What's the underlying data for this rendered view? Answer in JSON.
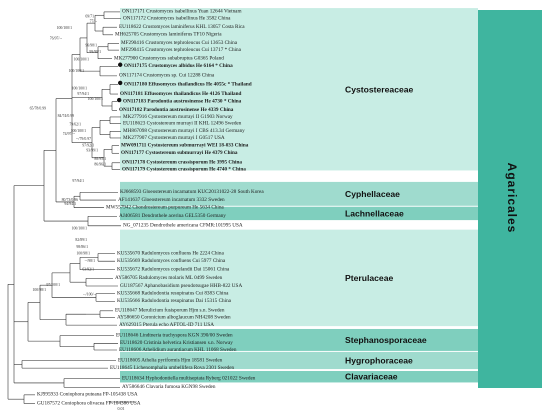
{
  "taxa": [
    {
      "label": "ON117171 Crustomyces isabellinus Yuan 12644 Vietnam",
      "bold": false,
      "star": false
    },
    {
      "label": "ON117172 Crustomyces isabellinus He 3582 China",
      "bold": false,
      "star": false
    },
    {
      "label": "EU118622 Crustomyces laminiferus KHL 13057 Costa Rica",
      "bold": false,
      "star": false
    },
    {
      "label": "MH625705 Crustomyces laminiferus TF10 Nigeria",
      "bold": false,
      "star": false
    },
    {
      "label": "MF290416 Crustomyces tephroleucus Cui 13653 China",
      "bold": false,
      "star": false
    },
    {
      "label": "MF290415 Crustomyces tephroleucus Cui 13717 * China",
      "bold": false,
      "star": false
    },
    {
      "label": "MK277900 Crustomyces subabruptus G0365 Poland",
      "bold": false,
      "star": false
    },
    {
      "label": "ON117175 Crustomyces albidus He 6164 * China",
      "bold": true,
      "star": true
    },
    {
      "label": "ON117174 Crustomyces sp. Cui 12288 China",
      "bold": false,
      "star": false
    },
    {
      "label": "ON117180 Effusomyces thailandicus He 4055c * Thailand",
      "bold": true,
      "star": true
    },
    {
      "label": "ON117181 Effusomyces thailandicus He 4126 Thailand",
      "bold": true,
      "star": false
    },
    {
      "label": "ON117183 Parodontia austrosinense He 4730 * China",
      "bold": true,
      "star": true
    },
    {
      "label": "ON117182 Parodontia austrosinense He 4339 China",
      "bold": true,
      "star": false
    },
    {
      "label": "MK277916 Cystostereum murrayi II G1903 Norway",
      "bold": false,
      "star": false
    },
    {
      "label": "EU118623 Cystostereum murrayi II KHL 12496 Sweden",
      "bold": false,
      "star": false
    },
    {
      "label": "MH867098 Cystostereum murrayi I CBS 413.34 Germany",
      "bold": false,
      "star": false
    },
    {
      "label": "MK277907 Cystostereum murrayi I G0517 USA",
      "bold": false,
      "star": false
    },
    {
      "label": "MW091711 Cystostereum submurrayi WEI 18-033 China",
      "bold": true,
      "star": false
    },
    {
      "label": "ON117177 Cystostereum submurrayi He 4379 China",
      "bold": true,
      "star": false
    },
    {
      "label": "ON117178 Cystostereum crassisporum He 3995 China",
      "bold": true,
      "star": false
    },
    {
      "label": "ON117179 Cystostereum crassisporum He 4740 * China",
      "bold": true,
      "star": false
    },
    {
      "label": "KJ668593 Gloeostereum incarnatum KUC20131022-28 South Korea",
      "bold": false,
      "star": false
    },
    {
      "label": "AF141637 Gloeostereum incarnatum 3332 Sweden",
      "bold": false,
      "star": false
    },
    {
      "label": "MW557942 Chondrostereum purpureum He 5634 China",
      "bold": false,
      "star": false
    },
    {
      "label": "AJ406581 Dendrothele acerina GEL5350 Germany",
      "bold": false,
      "star": false
    },
    {
      "label": "NG_071235 Dendrothele americana CFMR:101995 USA",
      "bold": false,
      "star": false
    },
    {
      "label": "KU535670 Radulomyces confluens He 2224 China",
      "bold": false,
      "star": false
    },
    {
      "label": "KU535669 Radulomyces confluens Cui 5977 China",
      "bold": false,
      "star": false
    },
    {
      "label": "KU535672 Radulomyces copelandii Dai 15061 China",
      "bold": false,
      "star": false
    },
    {
      "label": "AY586705 Radulomyces molaris ML 0499 Sweden",
      "bold": false,
      "star": false
    },
    {
      "label": "GU187567 Aphanobasidium pseudotsugae HHB-822 USA",
      "bold": false,
      "star": false
    },
    {
      "label": "KU535668 Radulodontia resupinatus Cui 8383 China",
      "bold": false,
      "star": false
    },
    {
      "label": "KU535666 Radulodontia resupinatus Dai 15315 China",
      "bold": false,
      "star": false
    },
    {
      "label": "EU118647 Merulicium fusisporum Hjm s.n. Sweden",
      "bold": false,
      "star": false
    },
    {
      "label": "AY586650 Coronicium alboglaucum NH4208 Sweden",
      "bold": false,
      "star": false
    },
    {
      "label": "AY629315 Pterula echo AFTOL-ID 711 USA",
      "bold": false,
      "star": false
    },
    {
      "label": "EU118646 Lindtneria trachyspora KGN 390/00 Sweden",
      "bold": false,
      "star": false
    },
    {
      "label": "EU118620 Cristinia helvetica Kristiansen s.n. Norway",
      "bold": false,
      "star": false
    },
    {
      "label": "EU118606 Athelidium aurantiacum KHL 11068 Sweden",
      "bold": false,
      "star": false
    },
    {
      "label": "EU118605 Athelia pyriformis Hjm 18581 Sweden",
      "bold": false,
      "star": false
    },
    {
      "label": "EU118645 Lichenomphalia umbellifera Rova 2301 Sweden",
      "bold": false,
      "star": false
    },
    {
      "label": "EU118634 Hyphodontiella multiseptata Ryberg 021022 Sweden",
      "bold": false,
      "star": false
    },
    {
      "label": "AY586646 Clavaria fumosa KGN98 Sweden",
      "bold": false,
      "star": false
    },
    {
      "label": "KJ995933 Coniophora puteana FP-105438 USA",
      "bold": false,
      "star": false
    },
    {
      "label": "GU187572 Coniophora olivacea FP-104386 USA",
      "bold": false,
      "star": false
    }
  ],
  "supports": [
    "69/71",
    "77/--",
    "100/100/1",
    "76/97/--",
    "96/98/1",
    "99/98/1",
    "100/100/1",
    "100/100/1",
    "100/100/1",
    "97/94/1",
    "100/100/1",
    "65/78/0.99",
    "84/74/0.99",
    "79/62/1",
    "100/100/1",
    "74/97/--",
    "--/79/0.97",
    "97/92/1",
    "93/99/1",
    "88/95/1",
    "86/96/1",
    "97/94/1",
    "80/73/0.96",
    "94/94/1",
    "100/100/1",
    "82/89/1",
    "98/86/1",
    "100/98/1",
    "--/98/1",
    "63/92/1",
    "97/100/1",
    "100/98/1",
    "--/100/--"
  ],
  "families": [
    {
      "name": "Cystostereaceae",
      "color": "#c8ede4"
    },
    {
      "name": "Cyphellaceae",
      "color": "#9fdbce"
    },
    {
      "name": "Lachnellaceae",
      "color": "#7fcfbe"
    },
    {
      "name": "Pterulaceae",
      "color": "#c8ede4"
    },
    {
      "name": "Stephanosporaceae",
      "color": "#7fcfbe"
    },
    {
      "name": "Hygrophoraceae",
      "color": "#9fdbce"
    },
    {
      "name": "Clavariaceae",
      "color": "#7fcfbe"
    }
  ],
  "order": {
    "name": "Agaricales",
    "color": "#3fb59f"
  },
  "scale_label": "0.01"
}
